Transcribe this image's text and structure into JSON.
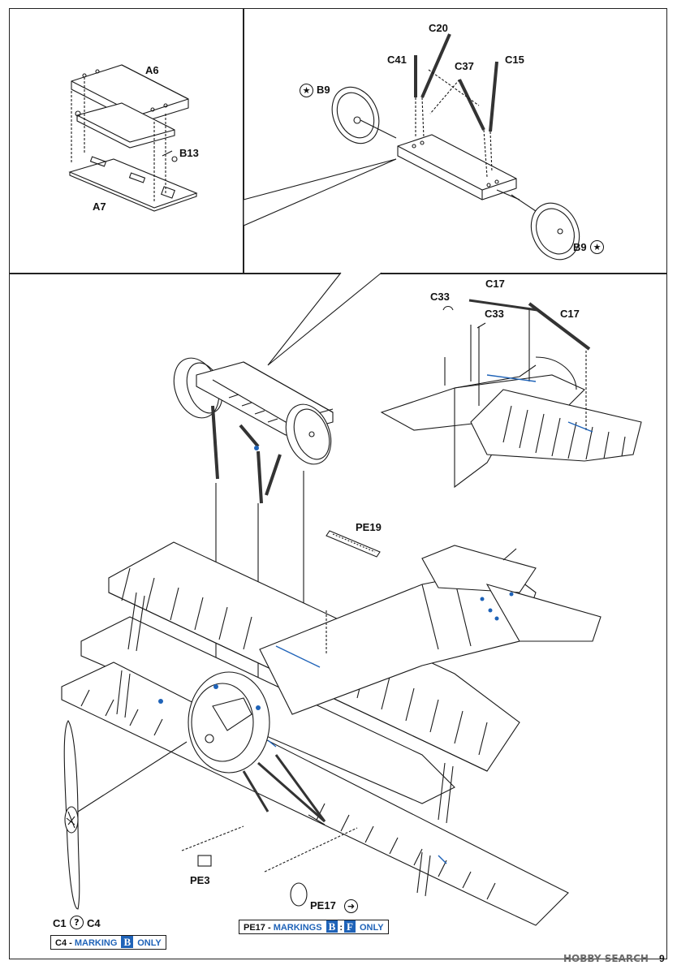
{
  "labels": {
    "a6": "A6",
    "b13": "B13",
    "a7": "A7",
    "b9_left": "B9",
    "c20": "C20",
    "c41": "C41",
    "c37": "C37",
    "c15": "C15",
    "b9_right": "B9",
    "c33_a": "C33",
    "c17_a": "C17",
    "c33_b": "C33",
    "c17_b": "C17",
    "pe19": "PE19",
    "pe3": "PE3",
    "pe17": "PE17",
    "c1": "C1",
    "c4": "C4"
  },
  "notes": {
    "marking_b": {
      "prefix": "C4 - ",
      "text": "MARKING",
      "badge": "B",
      "suffix": "ONLY"
    },
    "marking_bf": {
      "prefix": "PE17 - ",
      "text": "MARKINGS",
      "badge1": "B",
      "sep": ":",
      "badge2": "F",
      "suffix": "ONLY"
    }
  },
  "footer": {
    "watermark": "HOBBY SEARCH",
    "page_number": "9"
  },
  "icons": {
    "star": "star-icon",
    "question": "question-icon",
    "arrow": "arrow-icon"
  },
  "colors": {
    "ink": "#111111",
    "accent_blue": "#1f63b8",
    "watermark": "#6b6b6b"
  }
}
